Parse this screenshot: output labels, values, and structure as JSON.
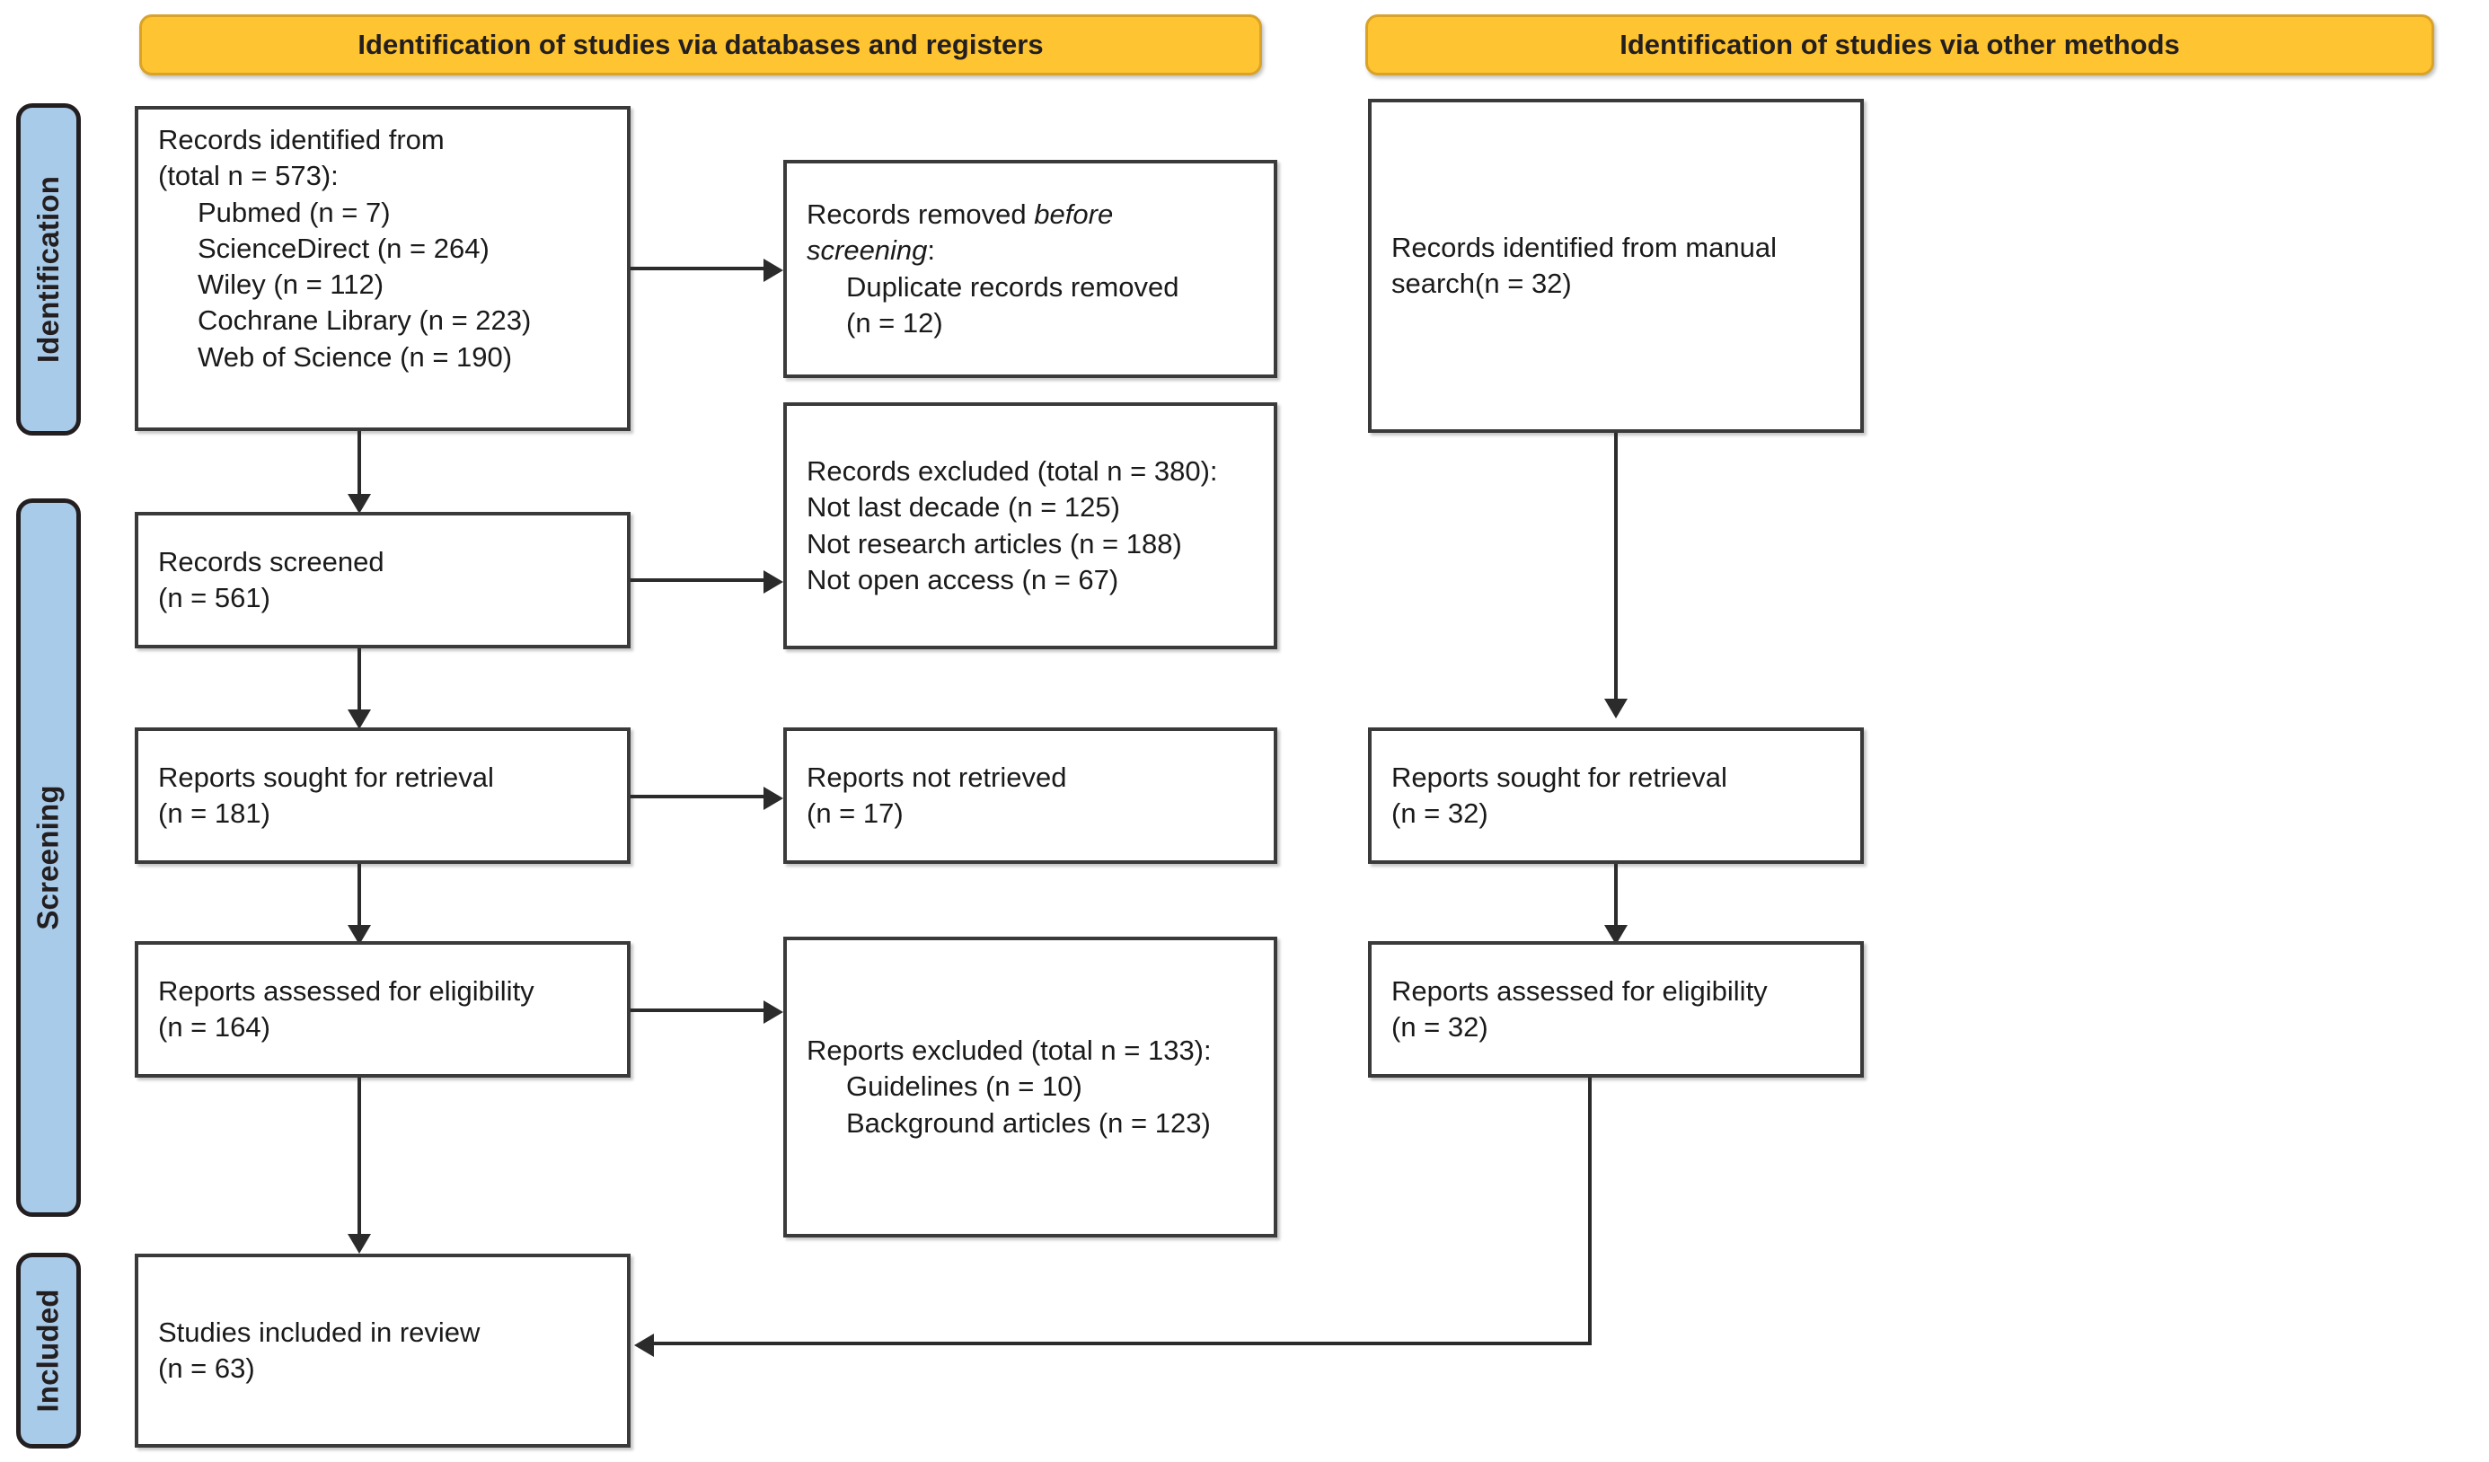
{
  "diagram": {
    "type": "prisma-flow-diagram",
    "colors": {
      "header_fill": "#ffc431",
      "header_border": "#d9a229",
      "phase_fill": "#a9cbea",
      "phase_border": "#231f20",
      "box_border": "#3a3a3a",
      "connector": "#2b2b2b",
      "text": "#1a1a1a"
    }
  },
  "headers": [
    {
      "id": "databases",
      "label": "Identification of studies via databases and registers"
    },
    {
      "id": "other",
      "label": "Identification of studies via other methods"
    }
  ],
  "phases": [
    {
      "id": "identification",
      "label": "Identification"
    },
    {
      "id": "screening",
      "label": "Screening"
    },
    {
      "id": "included",
      "label": "Included"
    }
  ],
  "boxes": {
    "records_identified": {
      "line1": "Records identified from",
      "line2": "(total n = 573):",
      "sources": [
        "Pubmed (n = 7)",
        "ScienceDirect (n = 264)",
        "Wiley (n = 112)",
        "Cochrane Library (n = 223)",
        "Web of Science (n = 190)"
      ],
      "total_n": 573
    },
    "records_removed": {
      "line1_pre": "Records removed ",
      "line1_em": "before",
      "line2_em": "screening",
      "line2_post": ":",
      "detail": "Duplicate records removed",
      "detail_n": "(n = 12)"
    },
    "records_identified_manual": {
      "text": "Records identified from manual\nsearch(n = 32)",
      "n": 32
    },
    "records_screened": {
      "text": "Records screened\n(n = 561)",
      "n": 561
    },
    "records_excluded": {
      "header": "Records excluded (total n = 380):",
      "reasons": [
        "Not last decade (n = 125)",
        "Not research articles (n = 188)",
        "Not open access (n = 67)"
      ],
      "total_n": 380
    },
    "reports_sought_db": {
      "text": "Reports sought for retrieval\n(n = 181)",
      "n": 181
    },
    "reports_not_retrieved": {
      "text": "Reports not retrieved\n(n = 17)",
      "n": 17
    },
    "reports_sought_other": {
      "text": "Reports sought for retrieval\n(n = 32)",
      "n": 32
    },
    "reports_assessed_db": {
      "text": "Reports assessed for eligibility\n(n = 164)",
      "n": 164
    },
    "reports_excluded": {
      "header": "Reports excluded (total n = 133):",
      "reasons": [
        "Guidelines (n = 10)",
        "Background articles (n = 123)"
      ],
      "total_n": 133
    },
    "reports_assessed_other": {
      "text": "Reports assessed for eligibility\n(n = 32)",
      "n": 32
    },
    "studies_included": {
      "text": "Studies included in review\n(n = 63)",
      "n": 63
    }
  }
}
